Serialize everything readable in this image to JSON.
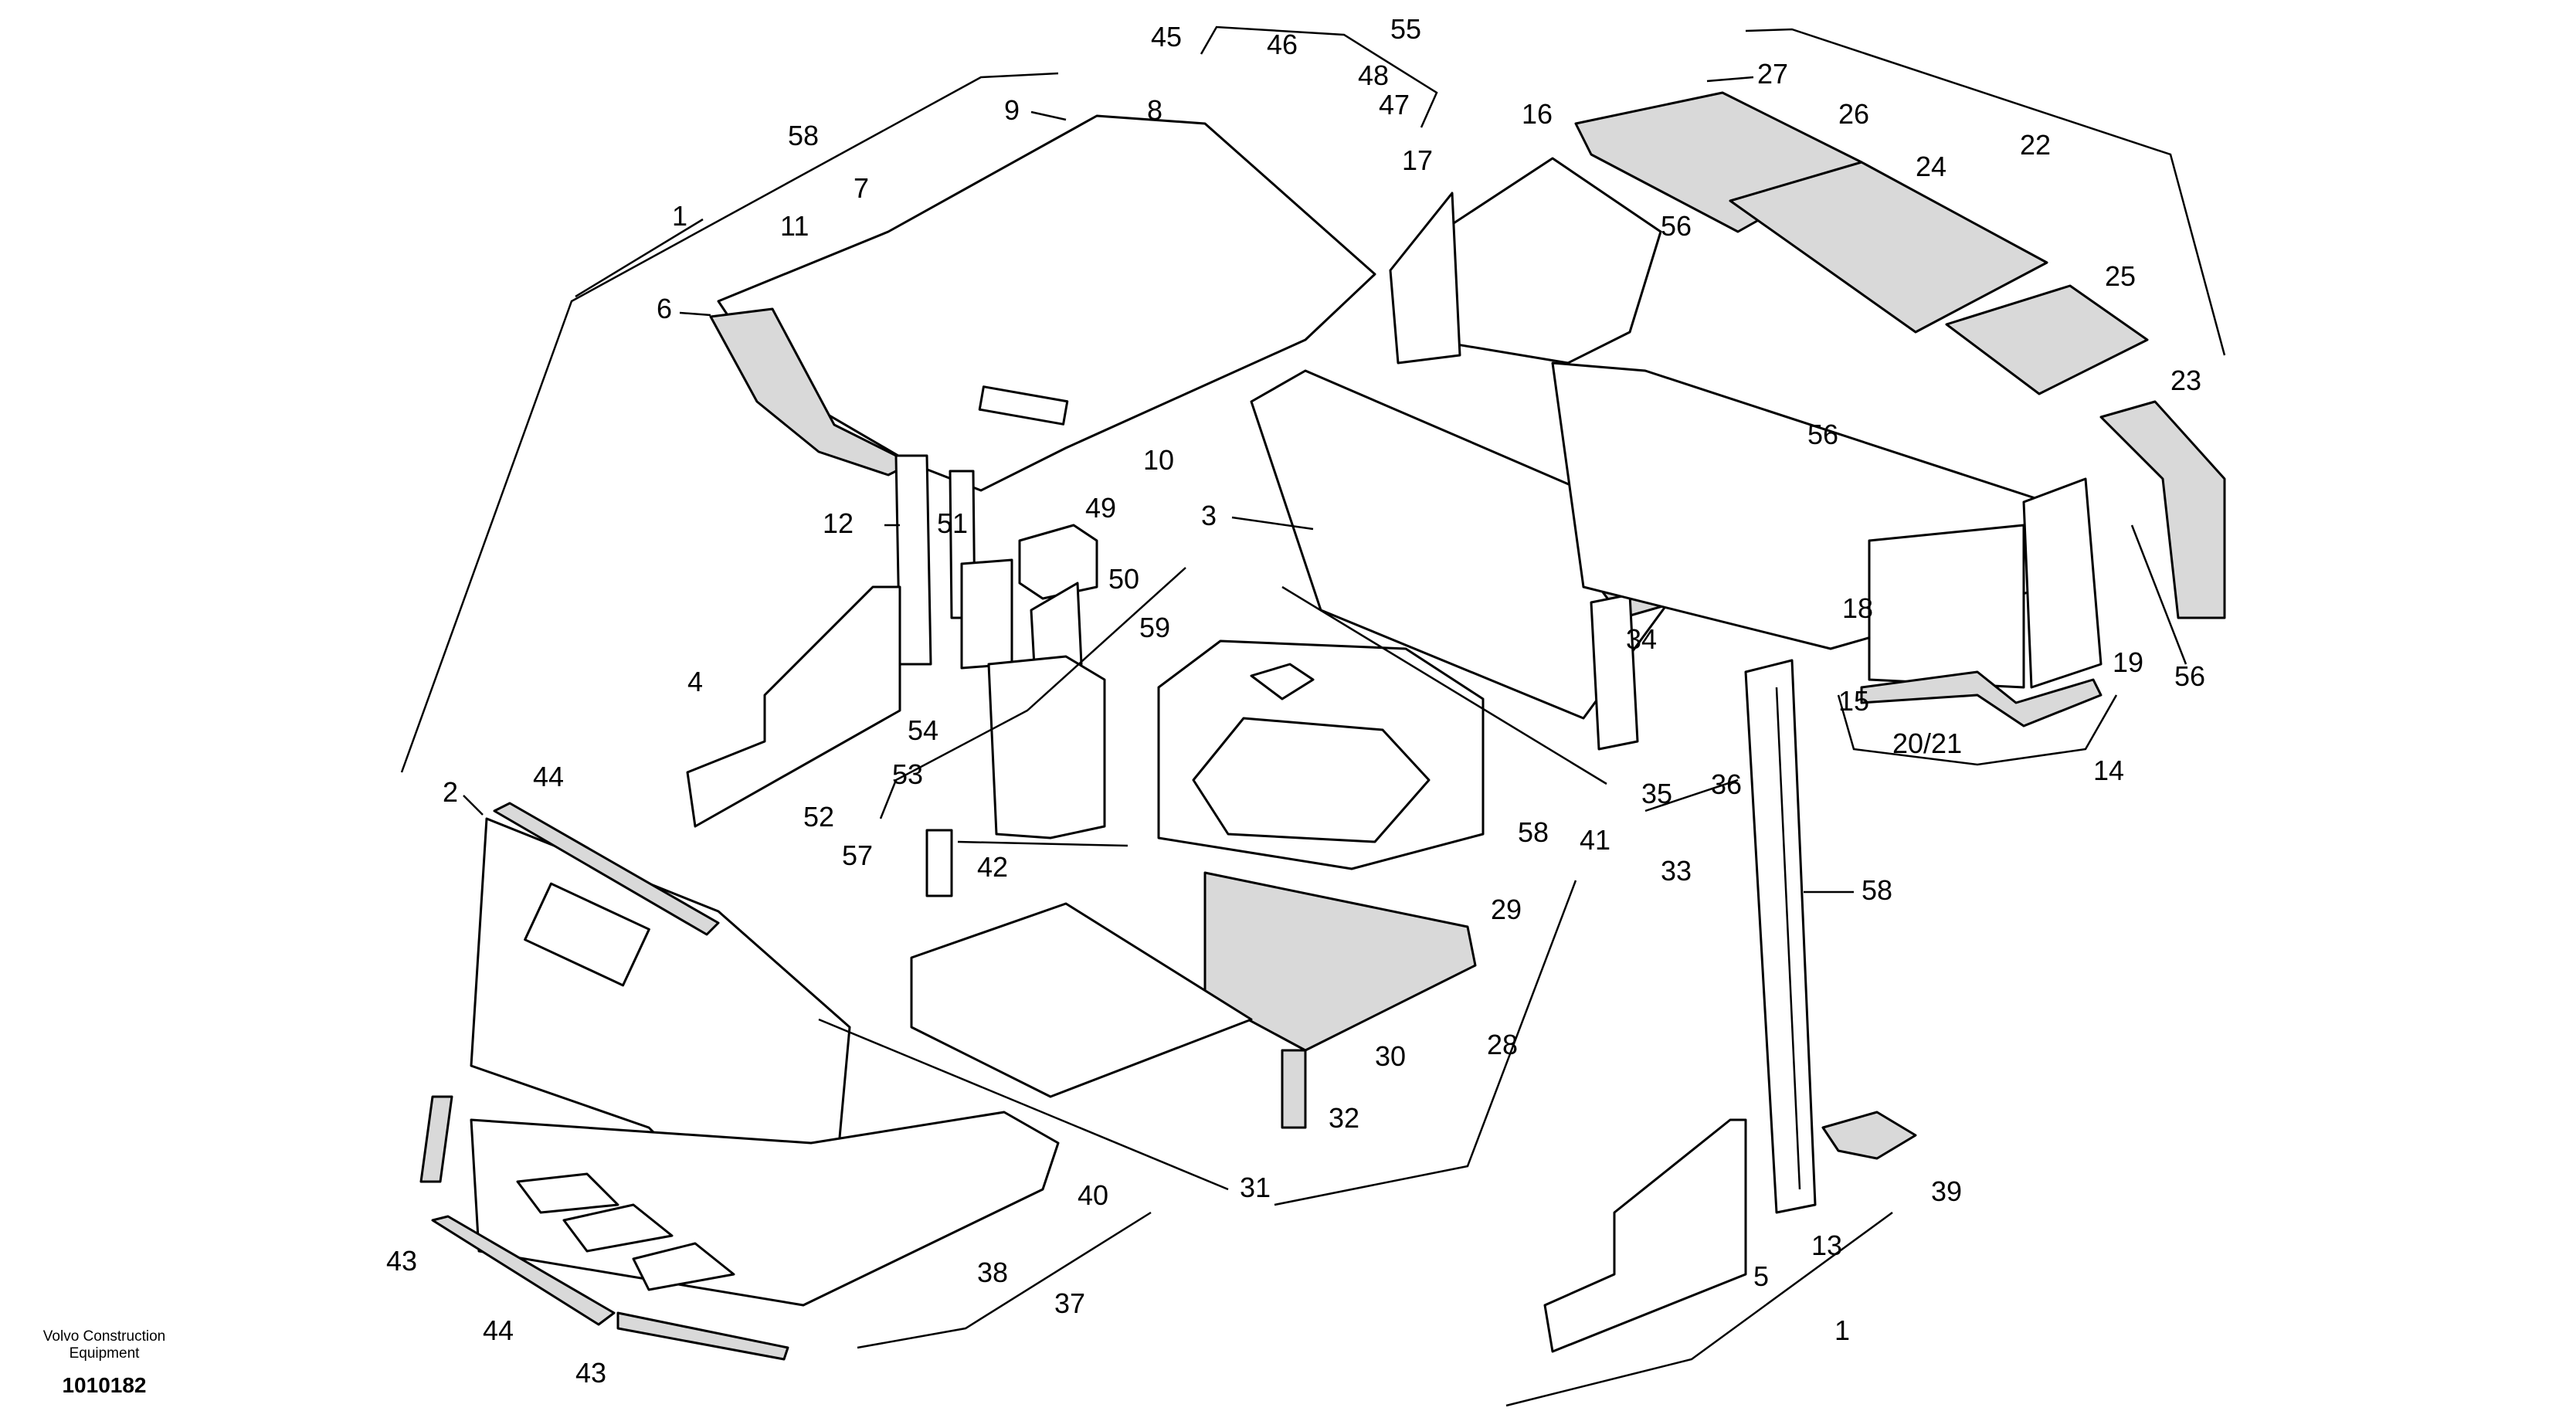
{
  "diagram": {
    "brand": "Volvo Construction Equipment",
    "drawing_number": "1010182",
    "callouts": [
      "1",
      "2",
      "3",
      "4",
      "5",
      "6",
      "7",
      "8",
      "9",
      "10",
      "11",
      "12",
      "13",
      "14",
      "15",
      "16",
      "17",
      "18",
      "19",
      "20/21",
      "22",
      "23",
      "24",
      "25",
      "26",
      "27",
      "28",
      "29",
      "30",
      "31",
      "32",
      "33",
      "34",
      "35",
      "36",
      "37",
      "38",
      "39",
      "40",
      "41",
      "42",
      "43",
      "44",
      "45",
      "46",
      "47",
      "48",
      "49",
      "50",
      "51",
      "52",
      "53",
      "54",
      "55",
      "56",
      "57",
      "58",
      "59"
    ]
  }
}
